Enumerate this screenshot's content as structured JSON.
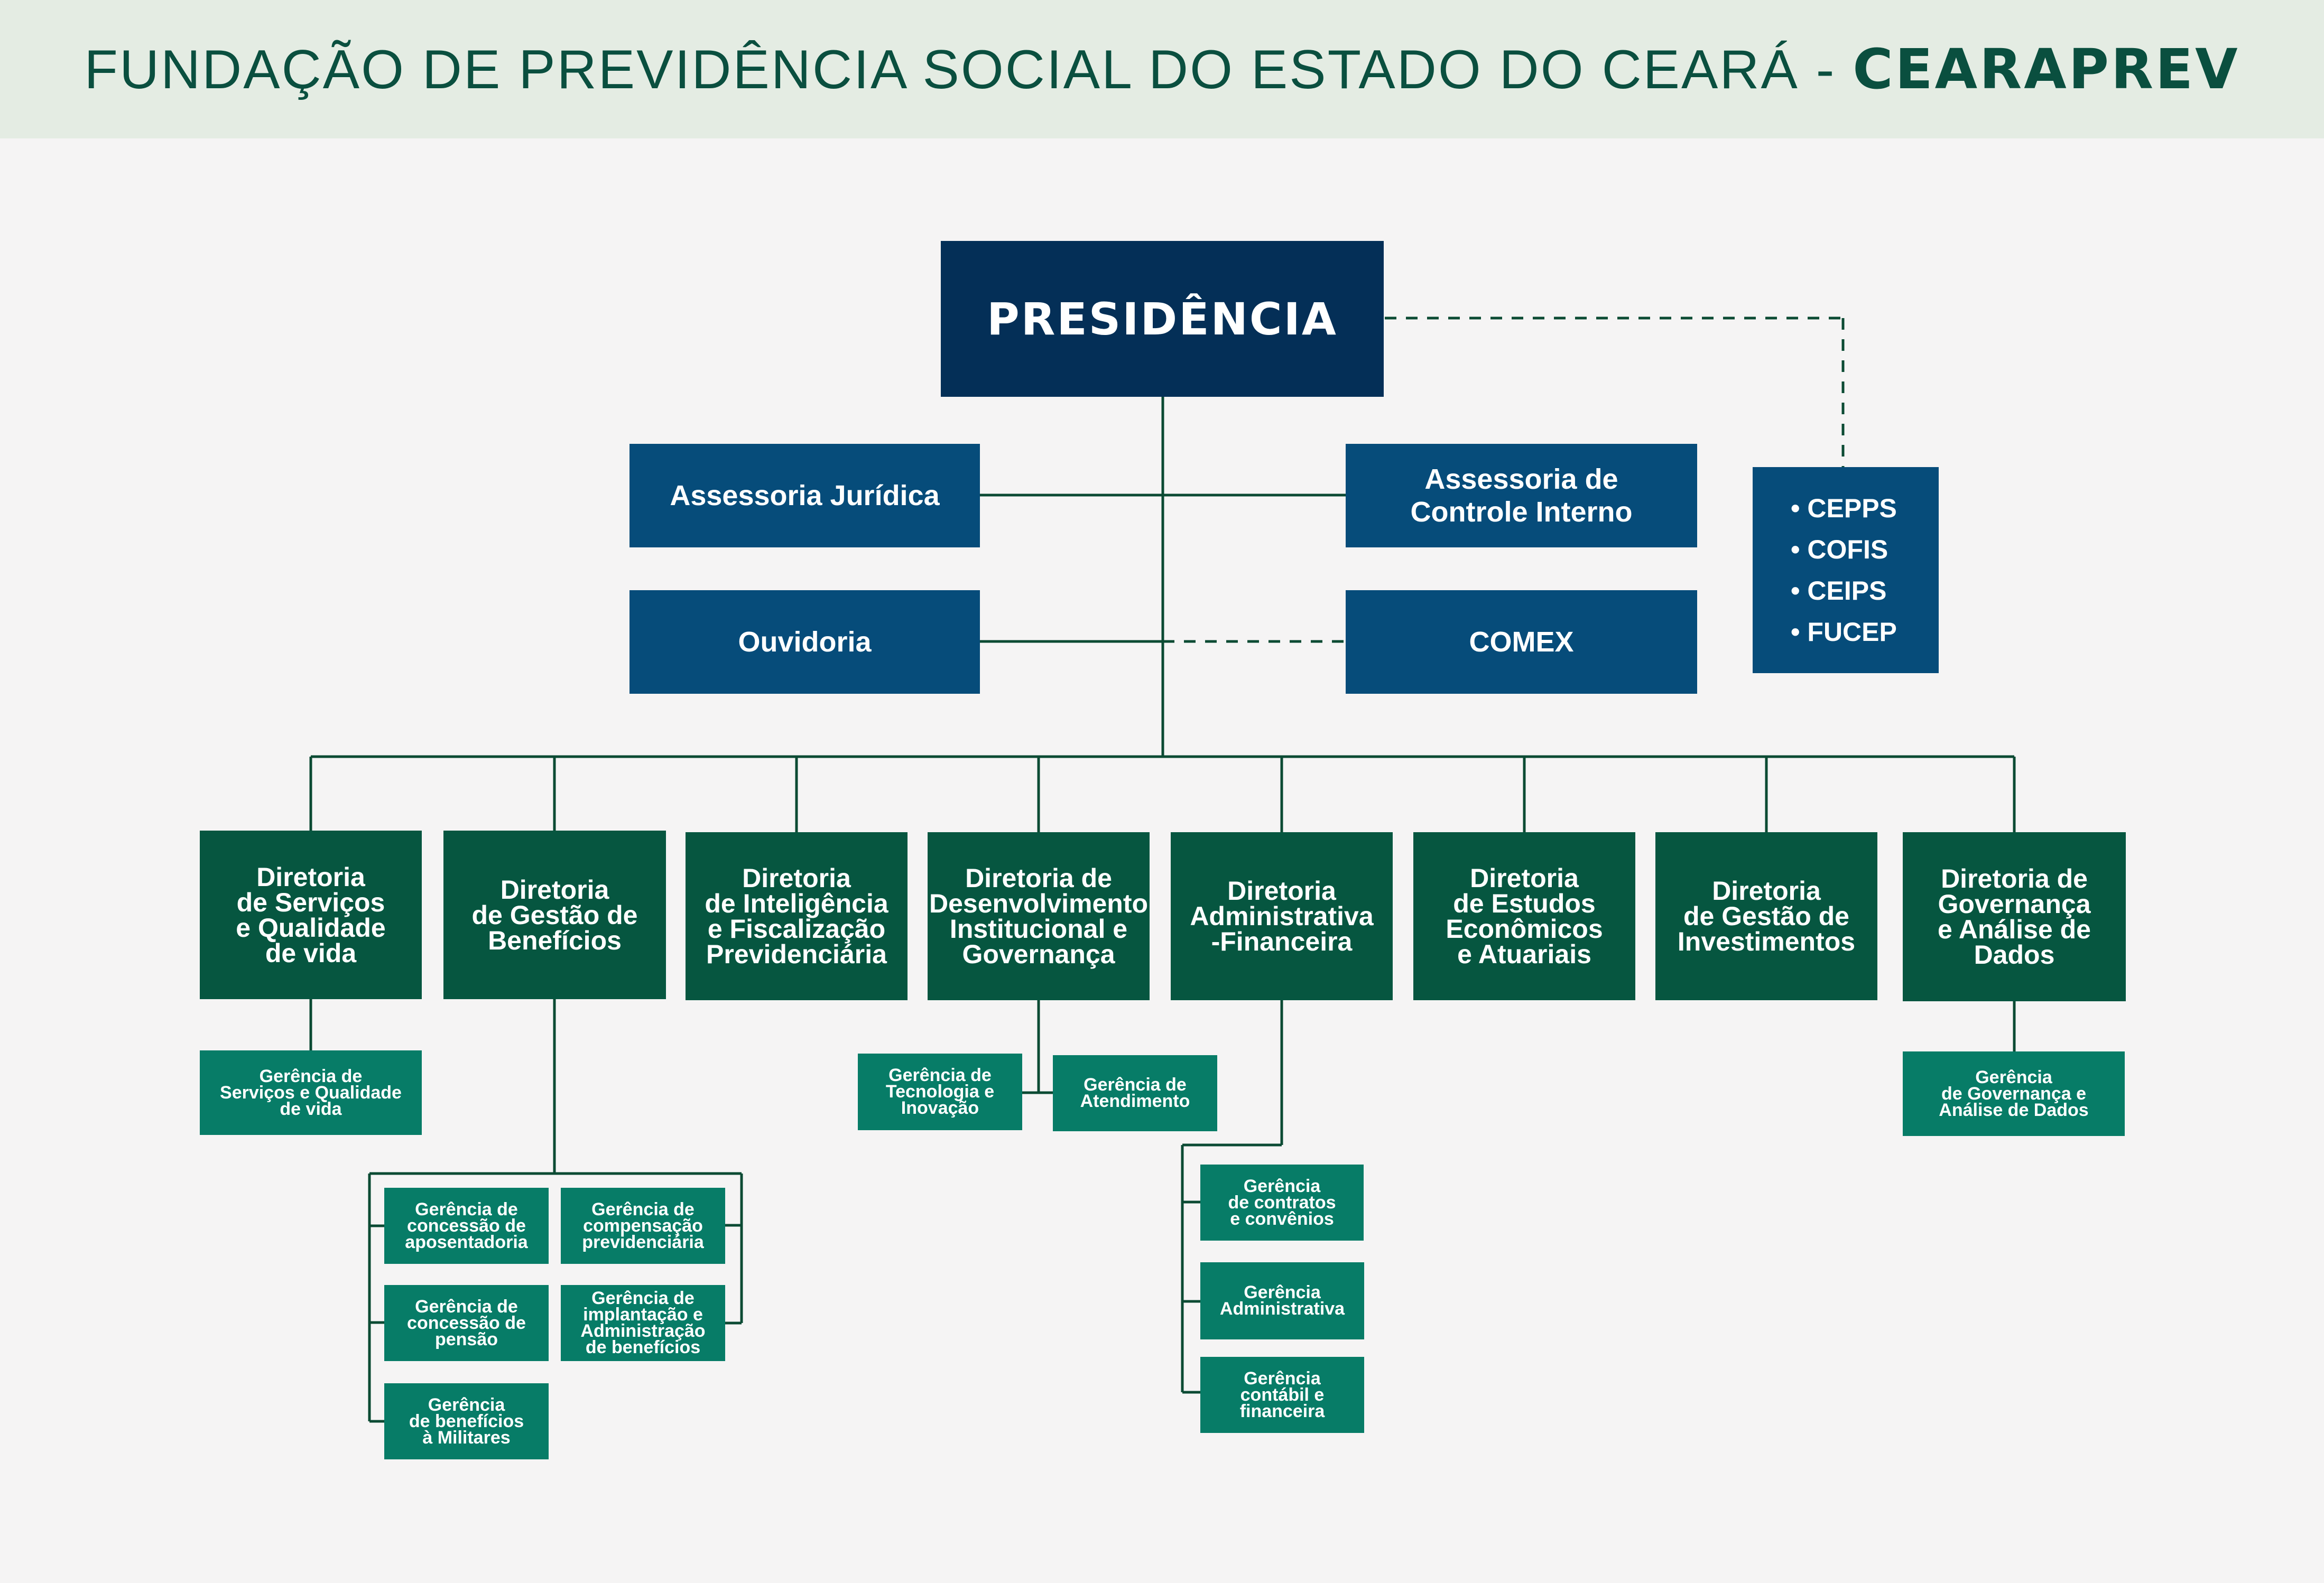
{
  "header": {
    "title": "FUNDAÇÃO DE PREVIDÊNCIA SOCIAL DO ESTADO DO CEARÁ - ",
    "brand": "CEARAPREV"
  },
  "presidencia": "PRESIDÊNCIA",
  "advisory": {
    "juridica": "Assessoria Jurídica",
    "controle": "Assessoria de\nControle Interno",
    "ouvidoria": "Ouvidoria",
    "comex": "COMEX"
  },
  "committees": [
    "• CEPPS",
    "• COFIS",
    "• CEIPS",
    "• FUCEP"
  ],
  "directorates": [
    {
      "name": "Diretoria\nde Serviços\ne Qualidade\nde vida",
      "managements": [
        "Gerência de\nServiços e Qualidade\nde vida"
      ]
    },
    {
      "name": "Diretoria\nde Gestão de\nBenefícios",
      "managements": [
        "Gerência de\nconcessão de\naposentadoria",
        "Gerência de\ncompensação\nprevidenciária",
        "Gerência de\nconcessão de\npensão",
        "Gerência de\nimplantação e\nAdministração\nde benefícios",
        "Gerência\nde benefícios\nà Militares"
      ]
    },
    {
      "name": "Diretoria\nde Inteligência\ne Fiscalização\nPrevidenciária",
      "managements": []
    },
    {
      "name": "Diretoria de\nDesenvolvimento\nInstitucional e\nGovernança",
      "managements": [
        "Gerência de\nTecnologia e\nInovação",
        "Gerência de\nAtendimento"
      ]
    },
    {
      "name": "Diretoria\nAdministrativa\n-Financeira",
      "managements": [
        "Gerência\nde contratos\ne convênios",
        "Gerência\nAdministrativa",
        "Gerência\ncontábil e\nfinanceira"
      ]
    },
    {
      "name": "Diretoria\nde Estudos\nEconômicos\ne Atuariais",
      "managements": []
    },
    {
      "name": "Diretoria\nde Gestão de\nInvestimentos",
      "managements": []
    },
    {
      "name": "Diretoria de\nGovernança\ne Análise de\nDados",
      "managements": [
        "Gerência\nde Governança e\nAnálise de Dados"
      ]
    }
  ],
  "colors": {
    "navy": "#042f57",
    "blue": "#064c7a",
    "dark_green": "#065640",
    "teal_green": "#077c67",
    "line": "#0b4a33",
    "header_bg": "#e4ece3"
  }
}
